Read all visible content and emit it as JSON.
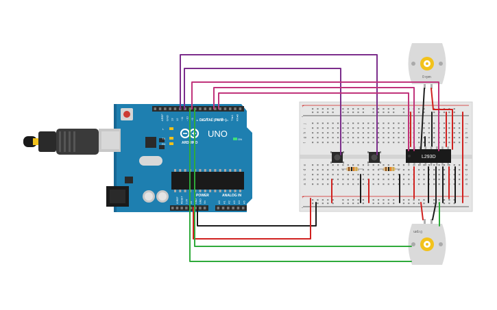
{
  "arduino": {
    "brand": "UNO",
    "logo_text": "ARDUINO",
    "digital_header": "DIGITAL (PWM~)",
    "analog_header": "ANALOG IN",
    "power_header": "POWER",
    "on_label": "ON",
    "tx_label": "TX",
    "rx_label": "RX",
    "l_label": "L",
    "top_pins": [
      "AREF",
      "GND",
      "13",
      "12",
      "~11",
      "~10",
      "~9",
      "8",
      "7",
      "~6",
      "~5",
      "4",
      "~3",
      "2",
      "TX▸1",
      "RX◂0"
    ],
    "power_pins": [
      "IOREF",
      "RESET",
      "3.3V",
      "5V",
      "GND",
      "GND",
      "Vin"
    ],
    "analog_pins": [
      "A0",
      "A1",
      "A2",
      "A3",
      "A4",
      "A5"
    ]
  },
  "breadboard": {
    "row_letters_top": [
      "j",
      "i",
      "h",
      "g",
      "f"
    ],
    "row_letters_bottom": [
      "e",
      "d",
      "c",
      "b",
      "a"
    ],
    "plus": "+",
    "minus": "-"
  },
  "ic": {
    "label": "L293D"
  },
  "motor_top": {
    "label": "0 rpm"
  },
  "motor_bottom": {
    "label": "0 rpm"
  },
  "colors": {
    "board_blue": "#1e7fb0",
    "purple_wire": "#7b2d8b",
    "magenta_wire": "#c0327a",
    "red_wire": "#d0201e",
    "black_wire": "#1a1a1a",
    "green_wire": "#2eaa3a",
    "breadboard_bg": "#e6e6e6",
    "motor_gear": "#f2c21c"
  }
}
